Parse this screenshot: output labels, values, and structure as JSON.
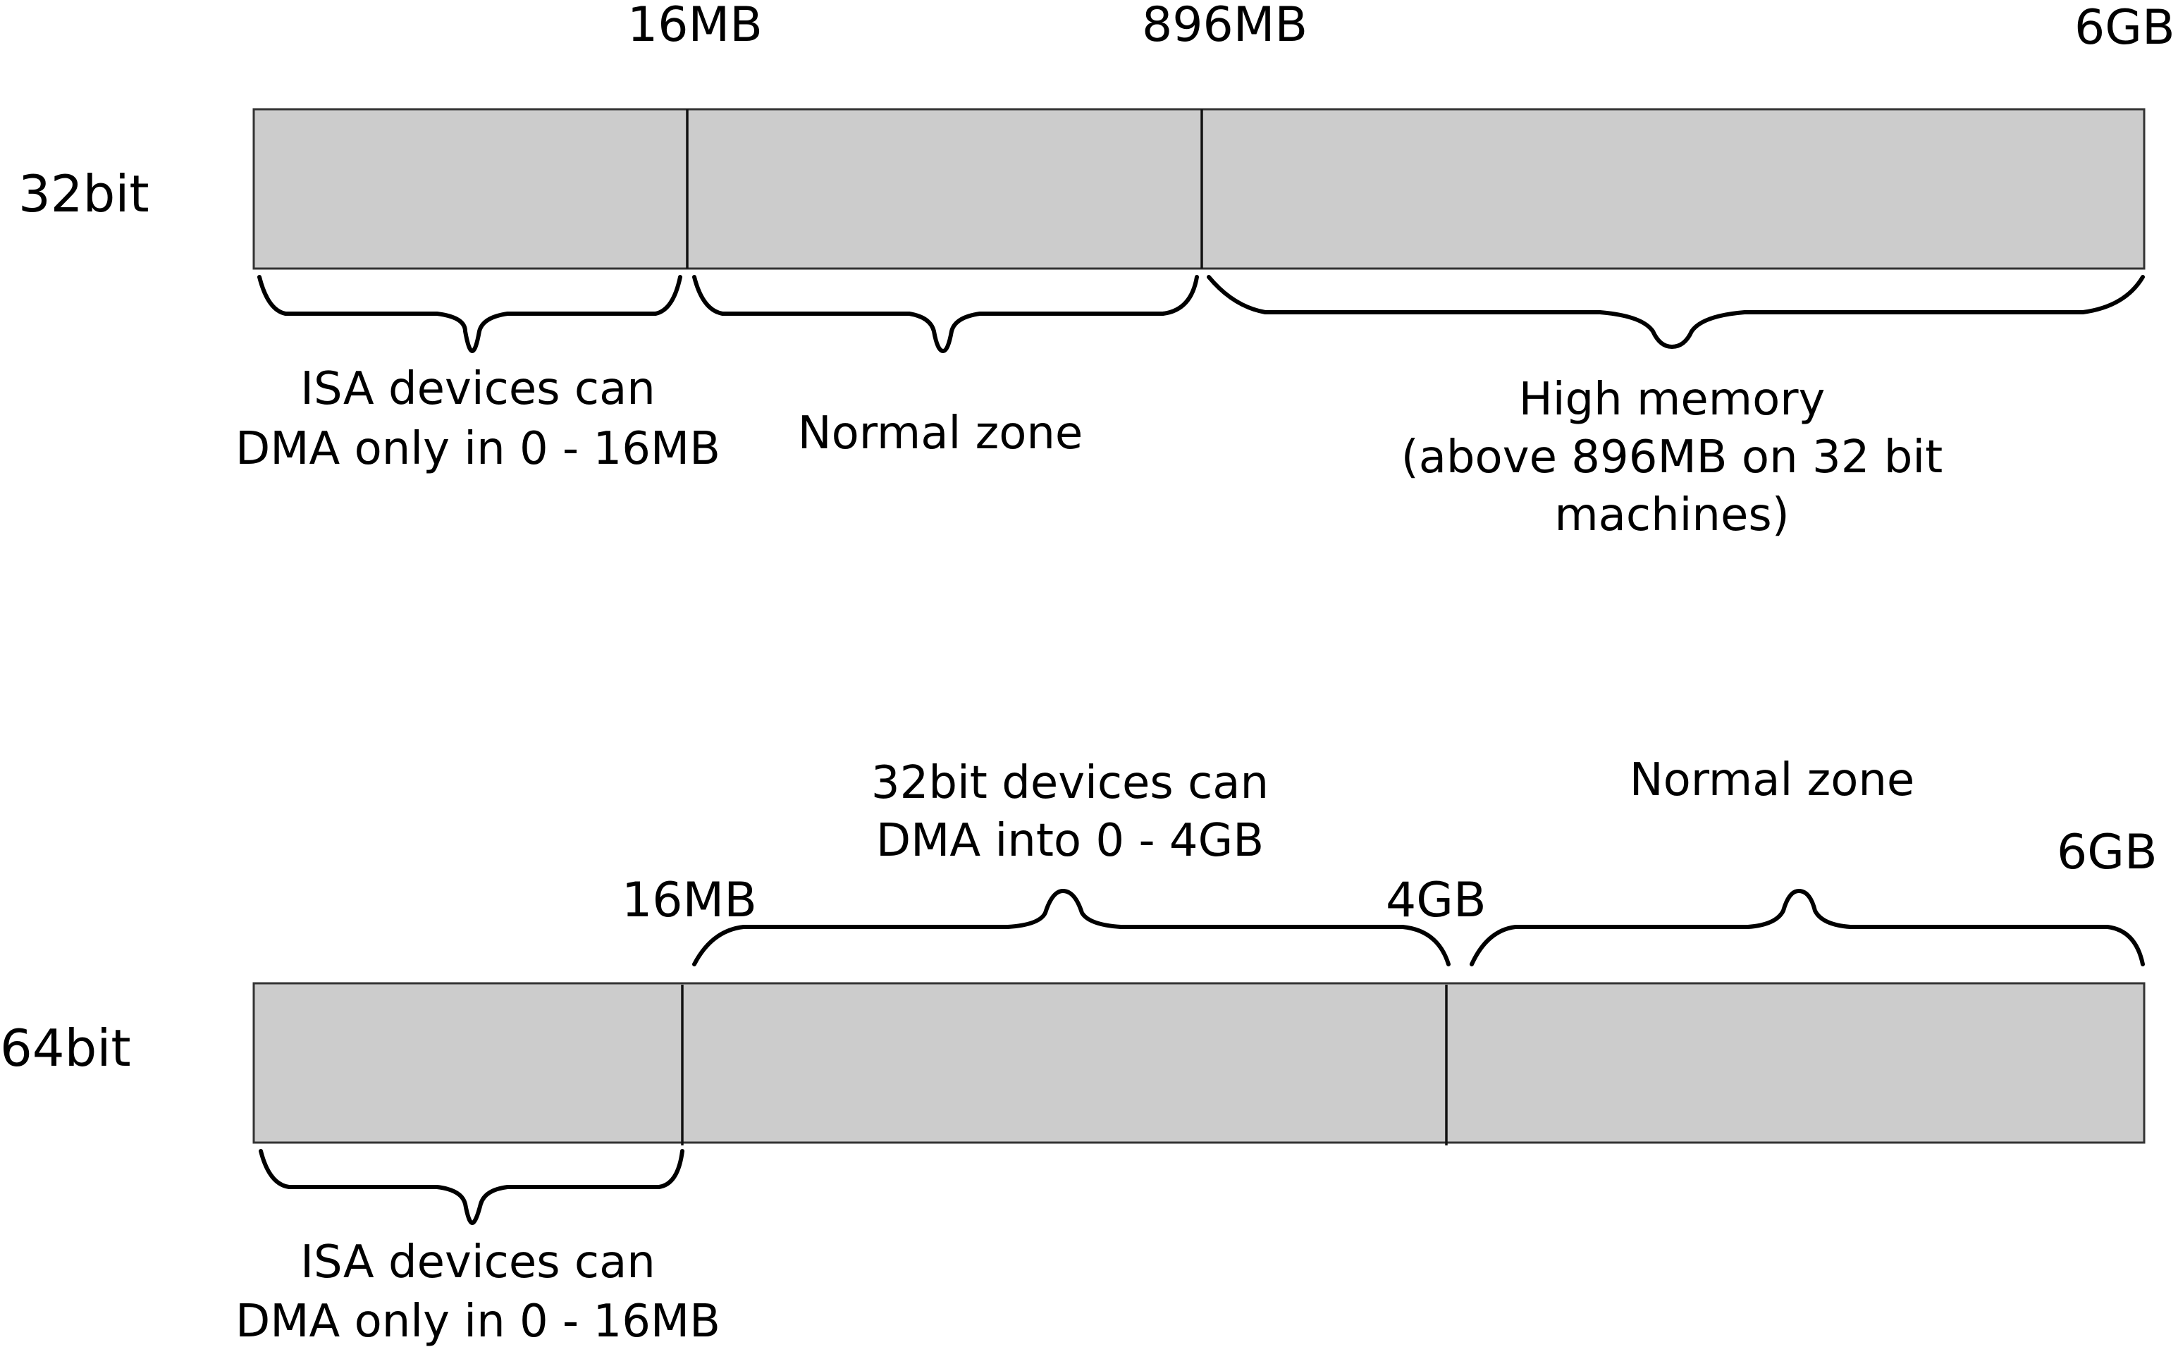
{
  "rows": {
    "bit32": {
      "label": "32bit",
      "markers": {
        "m16mb": "16MB",
        "m896mb": "896MB",
        "m6gb": "6GB"
      },
      "zones": {
        "isa": {
          "line1": "ISA devices can",
          "line2": "DMA only in 0 - 16MB"
        },
        "normal": {
          "line1": "Normal zone"
        },
        "high": {
          "line1": "High memory",
          "line2": "(above 896MB on 32 bit",
          "line3": "machines)"
        }
      }
    },
    "bit64": {
      "label": "64bit",
      "markers": {
        "m16mb": "16MB",
        "m4gb": "4GB",
        "m6gb": "6GB"
      },
      "zones": {
        "isa": {
          "line1": "ISA devices can",
          "line2": "DMA only in 0 - 16MB"
        },
        "dma32": {
          "line1": "32bit devices can",
          "line2": "DMA into 0 - 4GB"
        },
        "normal": {
          "line1": "Normal zone"
        }
      }
    }
  }
}
